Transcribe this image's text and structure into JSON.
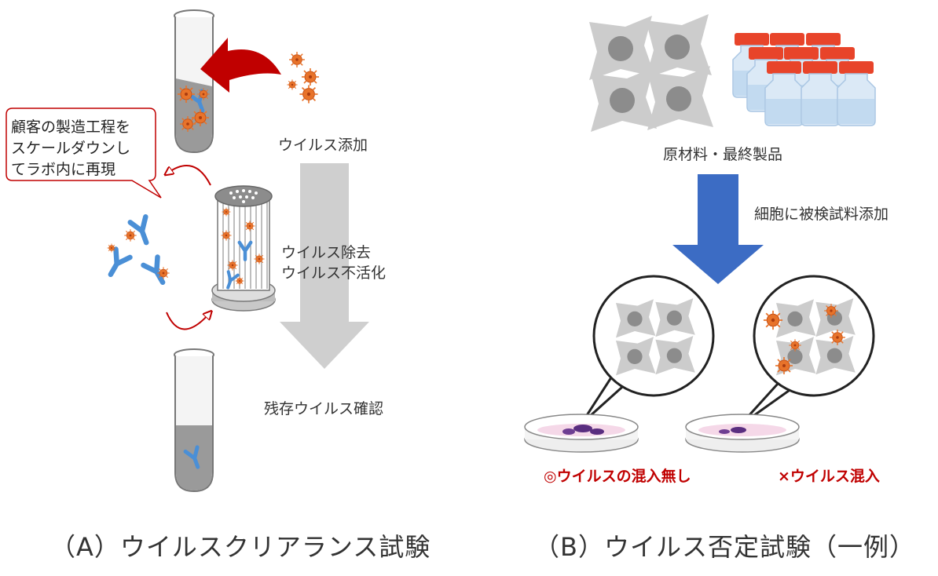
{
  "panel_a": {
    "step_add": "ウイルス添加",
    "step_remove_1": "ウイルス除去",
    "step_remove_2": "ウイルス不活化",
    "step_confirm": "残存ウイルス確認",
    "callout_lines": [
      "顧客の製造工程を",
      "スケールダウンし",
      "てラボ内に再現"
    ],
    "caption": "（A）ウイルスクリアランス試験"
  },
  "panel_b": {
    "materials": "原材料・最終製品",
    "step_add": "細胞に被検試料添加",
    "result_negative": "◎ウイルスの混入無し",
    "result_positive": "×ウイルス混入",
    "caption": "（B）ウイルス否定試験（一例）"
  },
  "colors": {
    "virus": "#e8732a",
    "antibody": "#4a8fd6",
    "red_arrow": "#c00000",
    "gray_arrow": "#cfcfcf",
    "blue_arrow": "#3c6cc4",
    "result_text": "#c00000",
    "cap_red": "#e8442a"
  }
}
